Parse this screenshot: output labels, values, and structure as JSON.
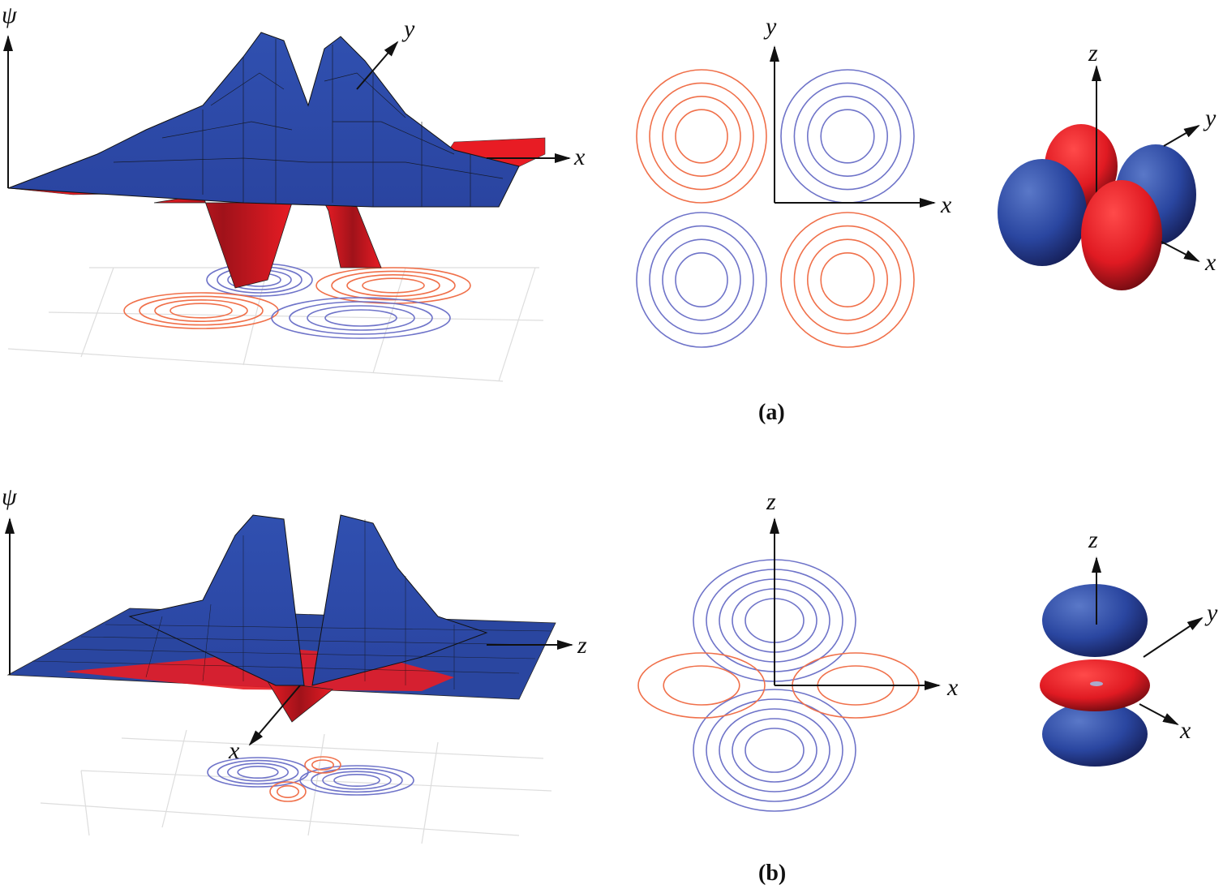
{
  "colors": {
    "positive": "#2a4aa8",
    "negative": "#e0202a",
    "contour_positive": "#6f74c9",
    "contour_negative": "#f0704a"
  },
  "panel_a": {
    "caption": "(a)",
    "surface": {
      "psi_label": "ψ",
      "axis_y": "y",
      "axis_x": "x"
    },
    "contour": {
      "axis_y": "y",
      "axis_x": "x"
    },
    "orbital": {
      "axis_z": "z",
      "axis_y": "y",
      "axis_x": "x"
    }
  },
  "panel_b": {
    "caption": "(b)",
    "surface": {
      "psi_label": "ψ",
      "axis_z": "z",
      "axis_x": "x"
    },
    "contour": {
      "axis_z": "z",
      "axis_x": "x"
    },
    "orbital": {
      "axis_z": "z",
      "axis_y": "y",
      "axis_x": "x"
    }
  }
}
